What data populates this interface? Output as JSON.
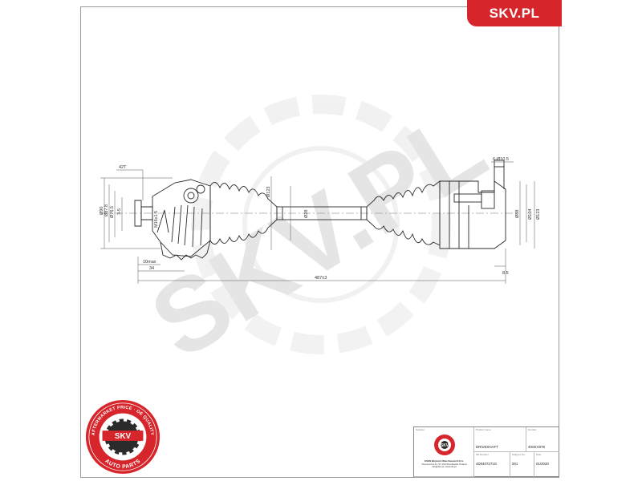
{
  "brand": {
    "name": "SKV.PL",
    "color": "#d6262c"
  },
  "watermark": {
    "text": "SKV.PL"
  },
  "dimensions": {
    "spline_count": "42T",
    "d_outer_bell": "Ø90",
    "d_outer_seat": "Ø87.8",
    "d_thread": "Ø76.5",
    "thread_pitch": "3-5",
    "d_stub": "M16x1.5",
    "d_boot_outer": "Ø123",
    "d_shaft": "Ø28",
    "bolt_holes": "6-Ø10.5",
    "d_inner_seat": "Ø88",
    "d_flange_pcd": "Ø104",
    "d_flange_outer": "Ø123",
    "stub_length": "10max",
    "stub_total": "34",
    "overall_length": "487±3",
    "flange_thickness": "8.5"
  },
  "seal": {
    "ring_text": "AFTERMARKET PRICE · OE QUALITY",
    "center_text": "SKV",
    "bottom_text": "AUTO PARTS",
    "ring_color": "#d6262c"
  },
  "title_block": {
    "company_label": "Supplier",
    "company_logo": "SKV",
    "company_lines": [
      "ESEN Wojciech Wierzbowski S.K.A.",
      "Poprzeczna 41, 57-100 Wroclawski, Poland",
      "info@skv.pl, www.skv.pl"
    ],
    "product_label": "Product name",
    "product_value": "DRIVESHAFT",
    "oe_label": "OE Number",
    "oe_value": "4D0407271G",
    "number_label": "Number",
    "number_value": "40SKV078",
    "diagram_label": "Diagram No.",
    "diagram_value": "001",
    "date_label": "Date",
    "date_value": "01/2020"
  }
}
